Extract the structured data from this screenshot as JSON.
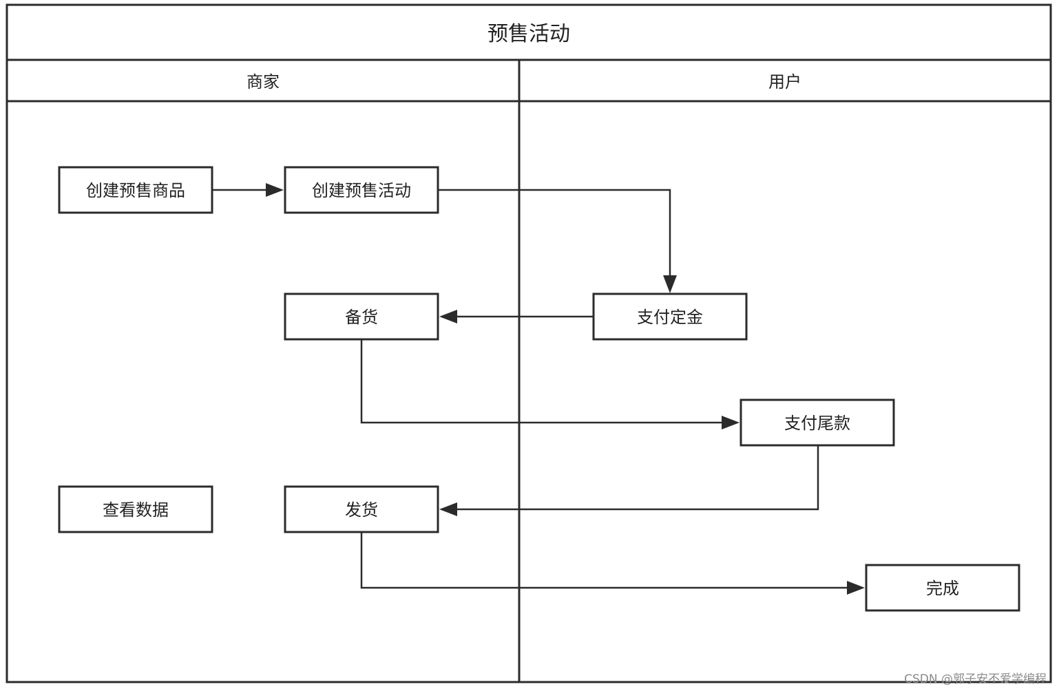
{
  "title": "预售活动",
  "lanes": [
    {
      "id": "merchant",
      "label": "商家"
    },
    {
      "id": "user",
      "label": "用户"
    }
  ],
  "nodes": [
    {
      "id": "create_product",
      "label": "创建预售商品",
      "lane": "merchant"
    },
    {
      "id": "create_activity",
      "label": "创建预售活动",
      "lane": "merchant"
    },
    {
      "id": "stock_up",
      "label": "备货",
      "lane": "merchant"
    },
    {
      "id": "view_data",
      "label": "查看数据",
      "lane": "merchant"
    },
    {
      "id": "ship",
      "label": "发货",
      "lane": "merchant"
    },
    {
      "id": "pay_deposit",
      "label": "支付定金",
      "lane": "user"
    },
    {
      "id": "pay_balance",
      "label": "支付尾款",
      "lane": "user"
    },
    {
      "id": "complete",
      "label": "完成",
      "lane": "user"
    }
  ],
  "edges": [
    {
      "from": "create_product",
      "to": "create_activity"
    },
    {
      "from": "create_activity",
      "to": "pay_deposit"
    },
    {
      "from": "pay_deposit",
      "to": "stock_up"
    },
    {
      "from": "stock_up",
      "to": "pay_balance"
    },
    {
      "from": "pay_balance",
      "to": "ship"
    },
    {
      "from": "ship",
      "to": "complete"
    }
  ],
  "watermark": "CSDN @郭子安不爱学编程"
}
